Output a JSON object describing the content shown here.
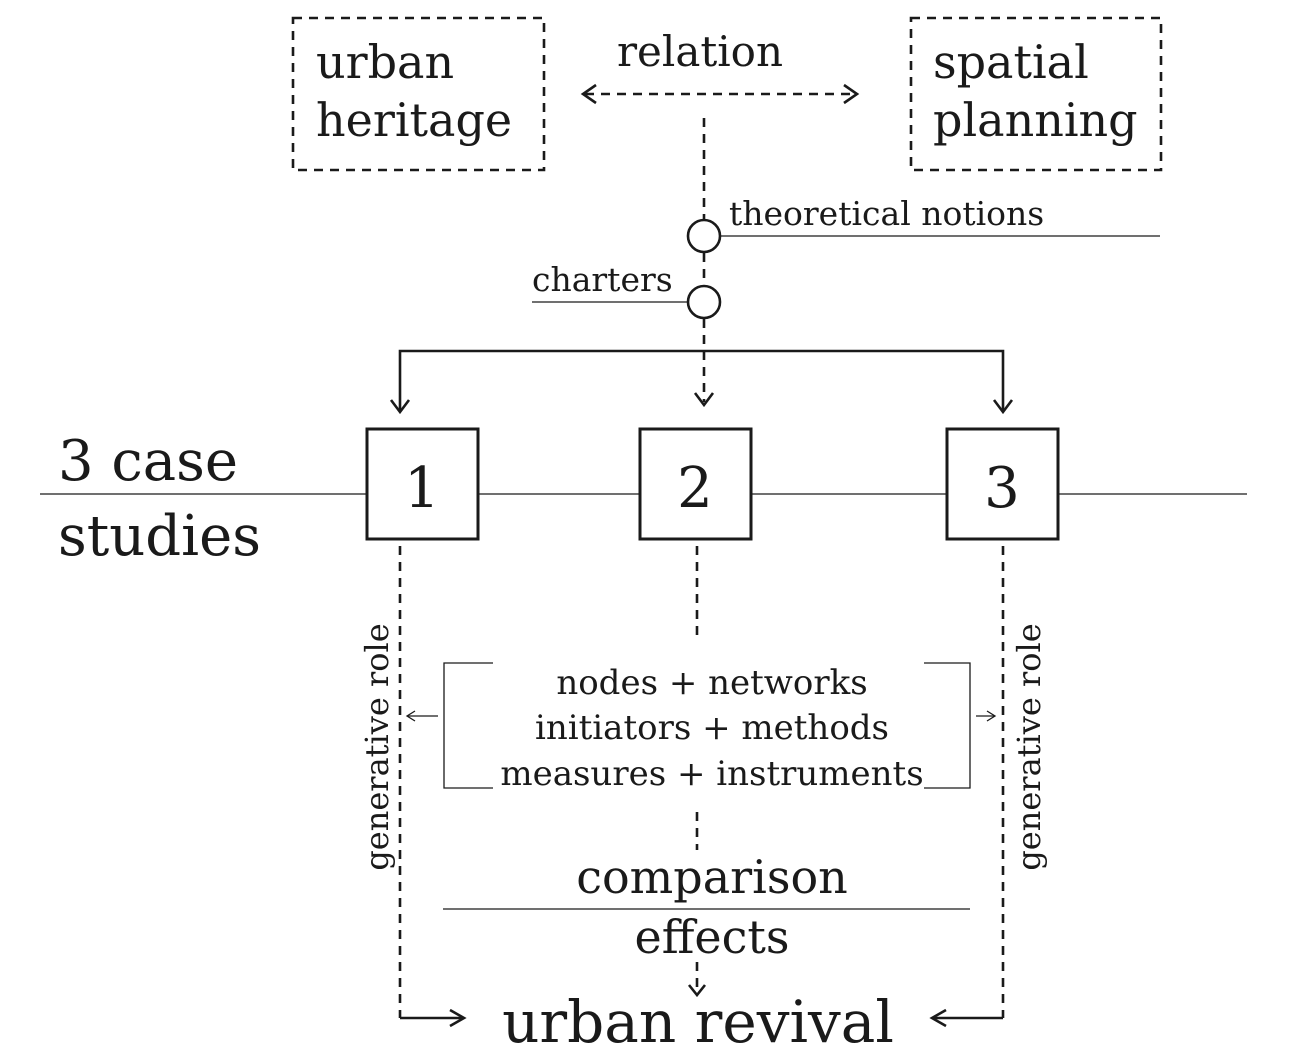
{
  "top": {
    "left_box": [
      "urban",
      "heritage"
    ],
    "right_box": [
      "spatial",
      "planning"
    ],
    "relation_label": "relation"
  },
  "inputs": {
    "theoretical_notions": "theoretical notions",
    "charters": "charters"
  },
  "cases": {
    "label": [
      "3 case",
      "studies"
    ],
    "numbers": [
      "1",
      "2",
      "3"
    ]
  },
  "middle": {
    "lines": [
      "nodes + networks",
      "initiators + methods",
      "measures + instruments"
    ],
    "generative_role_left": "generative role",
    "generative_role_right": "generative role"
  },
  "bottom": {
    "comparison": "comparison",
    "effects": "effects",
    "result": "urban revival"
  }
}
